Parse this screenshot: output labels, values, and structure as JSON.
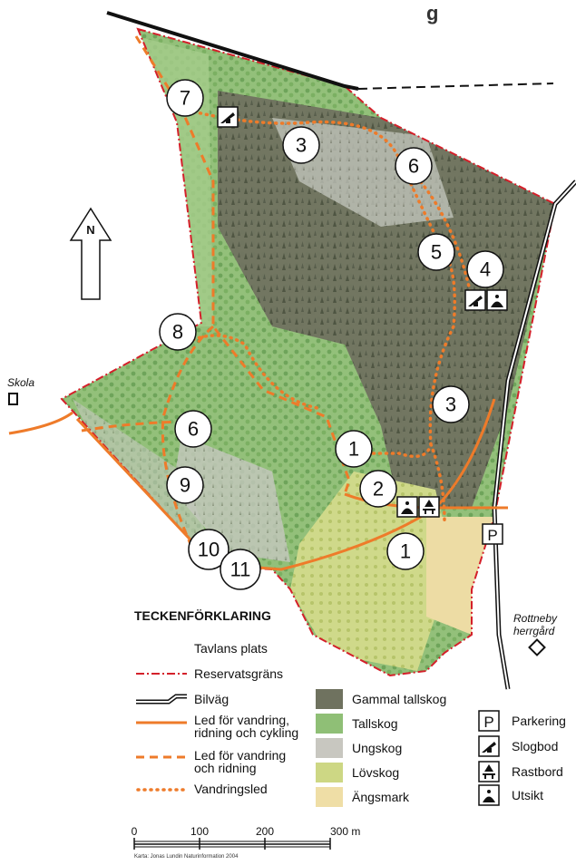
{
  "title_fragment": "g",
  "places": {
    "skola": "Skola",
    "rottneby_1": "Rottneby",
    "rottneby_2": "herrgård"
  },
  "north_label": "N",
  "parking_label": "P",
  "markers": [
    {
      "id": "m7",
      "label": "7"
    },
    {
      "id": "m3a",
      "label": "3"
    },
    {
      "id": "m6a",
      "label": "6"
    },
    {
      "id": "m5",
      "label": "5"
    },
    {
      "id": "m4",
      "label": "4"
    },
    {
      "id": "m8",
      "label": "8"
    },
    {
      "id": "m3b",
      "label": "3"
    },
    {
      "id": "m6b",
      "label": "6"
    },
    {
      "id": "m1a",
      "label": "1"
    },
    {
      "id": "m2",
      "label": "2"
    },
    {
      "id": "m9",
      "label": "9"
    },
    {
      "id": "m1b",
      "label": "1"
    },
    {
      "id": "m10",
      "label": "10"
    },
    {
      "id": "m11",
      "label": "11"
    }
  ],
  "legend": {
    "heading": "TECKENFÖRKLARING",
    "lines": [
      {
        "label": "Tavlans plats"
      },
      {
        "label": "Reservatsgräns"
      },
      {
        "label": "Bilväg"
      },
      {
        "label": "Led för vandring,",
        "label2": "ridning och cykling"
      },
      {
        "label": "Led för vandring",
        "label2": "och ridning"
      },
      {
        "label": "Vandringsled"
      }
    ],
    "forest": [
      {
        "label": "Gammal tallskog",
        "color": "#6f725f"
      },
      {
        "label": "Tallskog",
        "color": "#8fbf76"
      },
      {
        "label": "Ungskog",
        "color": "#c8c7c0"
      },
      {
        "label": "Lövskog",
        "color": "#cdd784"
      },
      {
        "label": "Ängsmark",
        "color": "#efdea6"
      }
    ],
    "symbols": [
      {
        "label": "Parkering"
      },
      {
        "label": "Slogbod"
      },
      {
        "label": "Rastbord"
      },
      {
        "label": "Utsikt"
      }
    ]
  },
  "scale": {
    "ticks": [
      "0",
      "100",
      "200",
      "300 m"
    ]
  },
  "credit": "Karta: Jonas Lundin Naturinformation 2004"
}
